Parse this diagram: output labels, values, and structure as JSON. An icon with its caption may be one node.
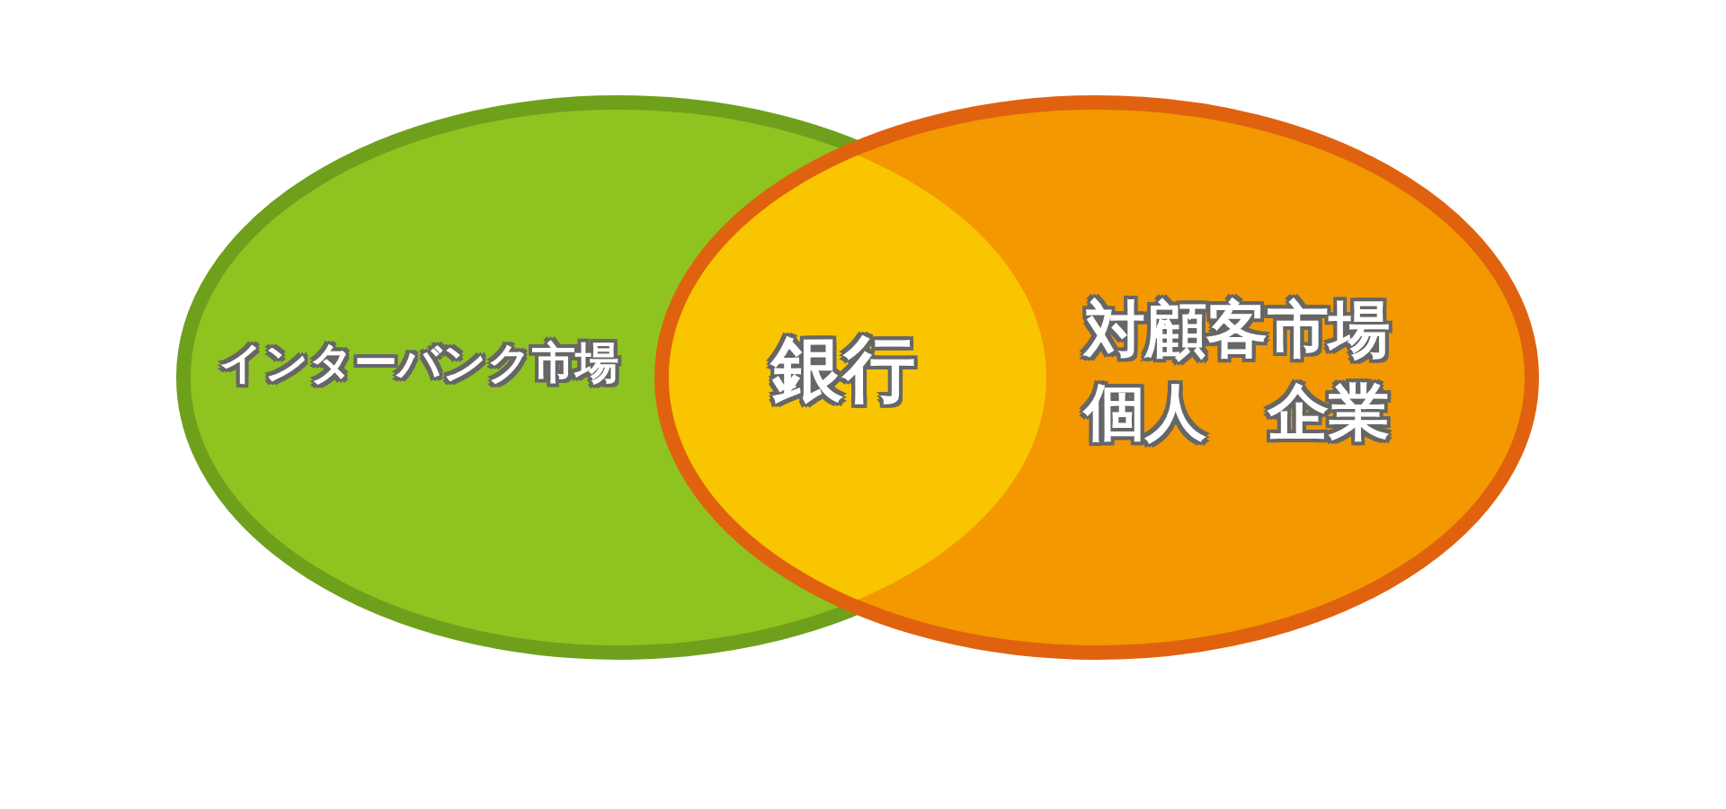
{
  "diagram": {
    "nodes": [
      {
        "text": [
          "インターバンク市場"
        ]
      },
      {
        "text": [
          "対顧客市場",
          "個人　企業"
        ]
      },
      {
        "text": [
          "銀行"
        ]
      }
    ]
  }
}
